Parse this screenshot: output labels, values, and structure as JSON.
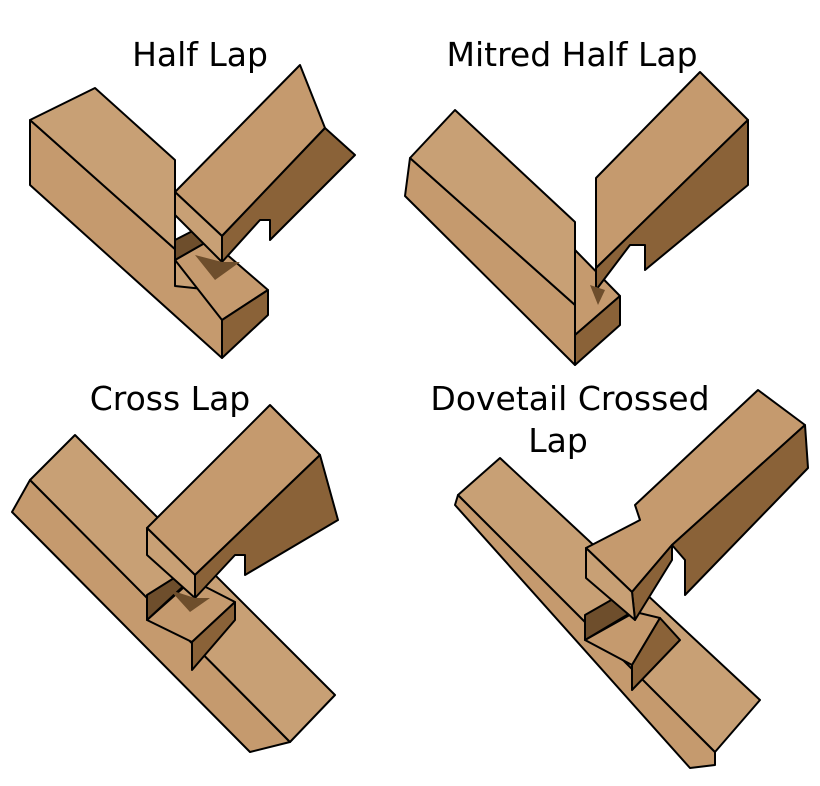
{
  "colors": {
    "wood_face": "#c59a6e",
    "wood_top": "#c8a075",
    "wood_side": "#8a6238",
    "wood_shadow": "#6e4e2c",
    "outline": "#000000",
    "background": "#ffffff"
  },
  "joints": [
    {
      "id": "half-lap",
      "title": "Half Lap"
    },
    {
      "id": "mitred-half-lap",
      "title": "Mitred Half Lap"
    },
    {
      "id": "cross-lap",
      "title": "Cross Lap"
    },
    {
      "id": "dovetail-crossed-lap",
      "title_lines": [
        "Dovetail Crossed",
        "Lap"
      ]
    }
  ]
}
